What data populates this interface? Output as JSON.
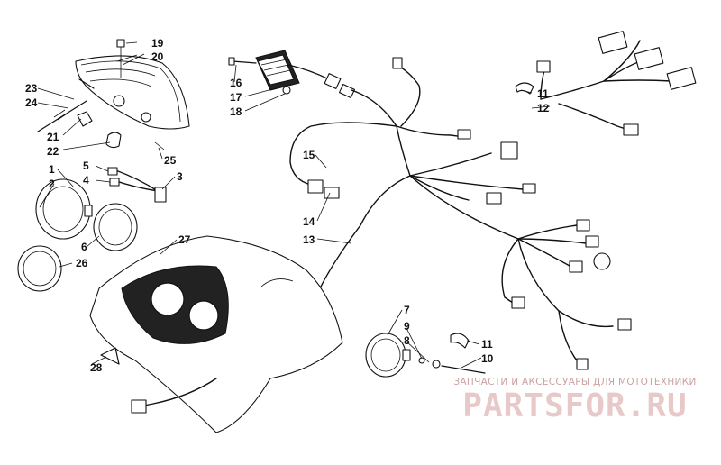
{
  "diagram": {
    "callouts": {
      "c1": "1",
      "c2": "2",
      "c3": "3",
      "c4": "4",
      "c5": "5",
      "c6": "6",
      "c7": "7",
      "c8": "8",
      "c9": "9",
      "c10": "10",
      "c11a": "11",
      "c11b": "11",
      "c12": "12",
      "c13": "13",
      "c14": "14",
      "c15": "15",
      "c16": "16",
      "c17": "17",
      "c18": "18",
      "c19": "19",
      "c20": "20",
      "c21": "21",
      "c22": "22",
      "c23": "23",
      "c24": "24",
      "c25": "25",
      "c26": "26",
      "c27": "27",
      "c28": "28"
    }
  },
  "watermark": {
    "caption": "ЗАПЧАСТИ И АКСЕССУАРЫ ДЛЯ МОТОТЕХНИКИ",
    "logo_text": "PARTSFOR.RU",
    "logo_color": "#e8c9c9",
    "caption_color": "#c9a2a2"
  }
}
